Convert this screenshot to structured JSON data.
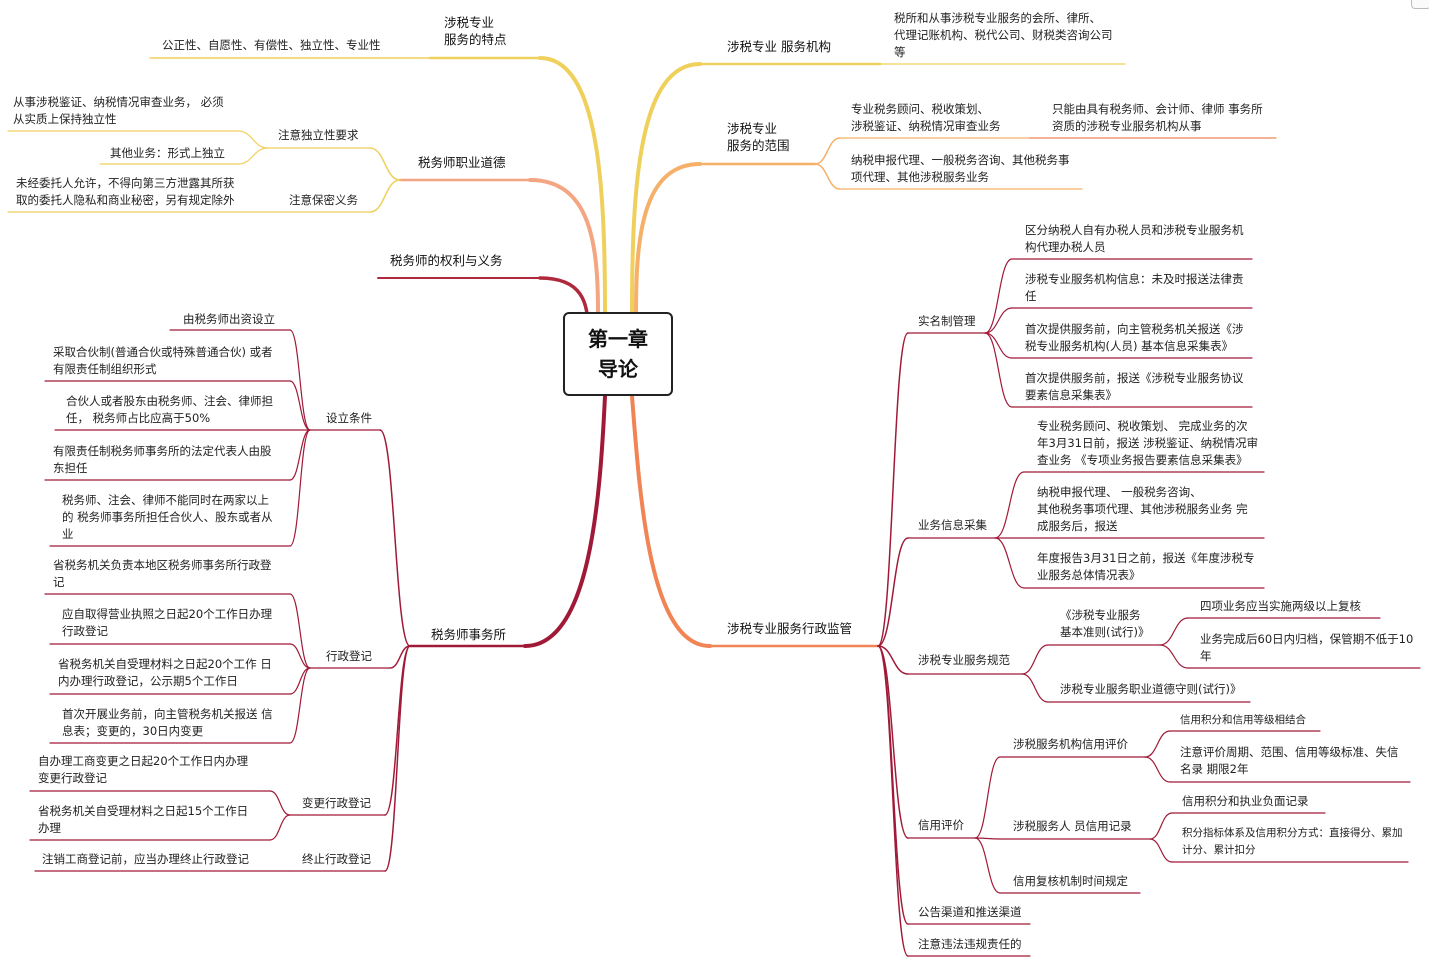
{
  "root": {
    "line1": "第一章",
    "line2": "导论"
  },
  "nodes": {
    "tezheng": "涉税专业\n服务的特点",
    "tezheng_c1": "公正性、自愿性、有偿性、独立性、专业性",
    "daode": "税务师职业道德",
    "duli": "注意独立性要求",
    "duli_c1": "从事涉税鉴证、纳税情况审查业务， 必须\n从实质上保持独立性",
    "duli_c2": "其他业务：形式上独立",
    "baomi": "注意保密义务",
    "baomi_c1": "未经委托人允许，不得向第三方泄露其所获\n取的委托人隐私和商业秘密，另有规定除外",
    "quanli": "税务师的权利与义务",
    "shiwusuo": "税务师事务所",
    "sheli": "设立条件",
    "sheli_c1": "由税务师出资设立",
    "sheli_c2": "采取合伙制(普通合伙或特殊普通合伙) 或者\n有限责任制组织形式",
    "sheli_c3": "合伙人或者股东由税务师、注会、律师担\n任， 税务师占比应高于50%",
    "sheli_c4": "有限责任制税务师事务所的法定代表人由股\n东担任",
    "sheli_c5": "税务师、注会、律师不能同时在两家以上\n的 税务师事务所担任合伙人、股东或者从\n业",
    "xingzheng": "行政登记",
    "xz_c1": "省税务机关负责本地区税务师事务所行政登\n记",
    "xz_c2": "应自取得营业执照之日起20个工作日办理\n行政登记",
    "xz_c3": "省税务机关自受理材料之日起20个工作 日\n内办理行政登记，公示期5个工作日",
    "xz_c4": "首次开展业务前，向主管税务机关报送 信\n息表；变更的，30日内变更",
    "biangeng": "变更行政登记",
    "bg_c1": "自办理工商变更之日起20个工作日内办理\n变更行政登记",
    "bg_c2": "省税务机关自受理材料之日起15个工作日\n办理",
    "zhongzhi": "终止行政登记",
    "zz_c1": "注销工商登记前，应当办理终止行政登记",
    "jigou": "涉税专业 服务机构",
    "jigou_c1": "税所和从事涉税专业服务的会所、律所、\n代理记账机构、税代公司、财税类咨询公司\n等",
    "fanwei": "涉税专业\n服务的范围",
    "fw_c1": "专业税务顾问、税收策划、\n涉税鉴证、纳税情况审查业务",
    "fw_c1a": "只能由具有税务师、会计师、律师  事务所\n资质的涉税专业服务机构从事",
    "fw_c2": "纳税申报代理、一般税务咨询、其他税务事\n项代理、其他涉税服务业务",
    "jianguan": "涉税专业服务行政监管",
    "shiming": "实名制管理",
    "sm_c1": "区分纳税人自有办税人员和涉税专业服务机\n构代理办税人员",
    "sm_c2": "涉税专业服务机构信息：未及时报送法律责\n任",
    "sm_c3": "首次提供服务前，向主管税务机关报送《涉\n税专业服务机构(人员) 基本信息采集表》",
    "sm_c4": "首次提供服务前，报送《涉税专业服务协议\n要素信息采集表》",
    "xinxi": "业务信息采集",
    "xx_c1": "专业税务顾问、税收策划、    完成业务的次\n年3月31日前，报送 涉税鉴证、纳税情况审\n查业务  《专项业务报告要素信息采集表》",
    "xx_c2": "纳税申报代理、 一般税务咨询、\n其他税务事项代理、其他涉税服务业务 完\n成服务后，报送",
    "xx_c3": "年度报告3月31日之前，报送《年度涉税专\n业服务总体情况表》",
    "guifan": "涉税专业服务规范",
    "gf_c1": "《涉税专业服务\n基本准则(试行)》",
    "gf_c1a": "四项业务应当实施两级以上复核",
    "gf_c1b": "业务完成后60日内归档，保管期不低于10\n年",
    "gf_c2": "涉税专业服务职业道德守则(试行)》",
    "xinyong": "信用评价",
    "xy_c1": "涉税服务机构信用评价",
    "xy_c1a": "信用积分和信用等级相结合",
    "xy_c1b": "注意评价周期、范围、信用等级标准、失信\n名录  期限2年",
    "xy_c2": "涉税服务人 员信用记录",
    "xy_c2a": "信用积分和执业负面记录",
    "xy_c2b": "积分指标体系及信用积分方式：直接得分、累加\n计分、累计扣分",
    "xy_c3": "信用复核机制时间规定",
    "gonggao": "公告渠道和推送渠道",
    "weifa": "注意违法违规责任的"
  },
  "colors": {
    "yellow": "#f0d05c",
    "peach": "#f4a582",
    "red": "#b0283c",
    "orange": "#f5b069",
    "coral": "#f08455",
    "darkred": "#a01a38"
  }
}
